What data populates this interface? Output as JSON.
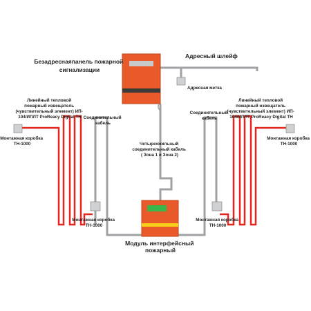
{
  "colors": {
    "sensor_cable": "#e3261f",
    "connect_cable": "#9fa1a4",
    "panel": "#e85a2a",
    "box": "#d0d1d3",
    "module_screen": "#39b54a",
    "module_stripe": "#f7d117"
  },
  "labels": {
    "panel_title": [
      "Безадреснаяпанель пожарной",
      "сигнализации"
    ],
    "loop_title": "Адресный шлейф",
    "address_tag": "Адресная метка",
    "sensor_left": [
      "Линейный тепловой",
      "пожарный извещатель",
      "(чувствительный элемент) ИП-",
      "104/ИПЛТ ProReacy Digital TH"
    ],
    "sensor_right": [
      "Линейный тепловой",
      "пожарный извещатель",
      "(чувствительный элемент) ИП-",
      "104/ИПЛТ ProReacy Digital TH"
    ],
    "connect_left": [
      "Соединительный",
      "кабель"
    ],
    "connect_right": [
      "Соединительный",
      "кабель"
    ],
    "four_wire": [
      "Четырехжильный",
      "соединительный кабель",
      "( Зона 1 и Зона 2)"
    ],
    "box_top_left": [
      "Монтажная коробка",
      "ТН-1000"
    ],
    "box_top_right": [
      "Монтажная коробка",
      "ТН-1000"
    ],
    "box_bottom_left": [
      "Монтажная коробка",
      "ТН-1000"
    ],
    "box_bottom_right": [
      "Монтажная коробка",
      "ТН-1000"
    ],
    "module": [
      "Модуль интерфейсный",
      "пожарный"
    ]
  }
}
